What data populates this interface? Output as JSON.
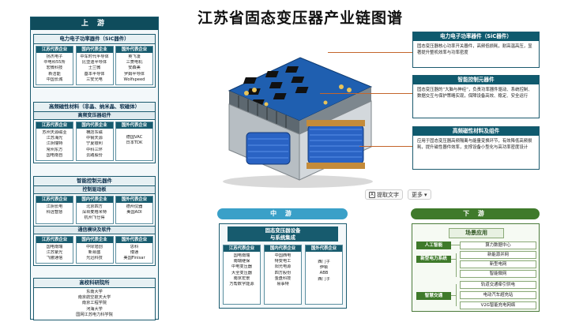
{
  "title": "江苏省固态变压器产业链图谱",
  "upstream": {
    "header": "上 游",
    "blocks": [
      {
        "title": "电力电子功率器件（SiC器件）",
        "sub": "",
        "cols": [
          {
            "head": "江苏代表企业",
            "items": [
              "扬杰电子",
              "中电科55所",
              "宏微科技",
              "新洁能",
              "中国长城"
            ]
          },
          {
            "head": "国内代表企业",
            "items": [
              "中车时代半导体",
              "比亚迪半导体",
              "士兰微",
              "基本半导体",
              "三安光电"
            ]
          },
          {
            "head": "国外代表企业",
            "items": [
              "英飞凌",
              "三菱电机",
              "安森美",
              "罗姆半导体",
              "Wolfspeed"
            ]
          }
        ]
      },
      {
        "title": "高频磁性材料（非晶、纳米晶、软磁体）",
        "sub": "高频变压器组件",
        "cols": [
          {
            "head": "江苏代表企业",
            "items": [
              "苏州天源磁业",
              "江苏海光",
              "江阴瑞特",
              "常州东方",
              "国电南自"
            ]
          },
          {
            "head": "国内代表企业",
            "items": [
              "横店东磁",
              "中钢天源",
              "宁夏银利",
              "中科三环",
              "云路股份"
            ]
          },
          {
            "head": "国外代表企业",
            "items": [
              "德国VAC",
              "日本TDK"
            ]
          }
        ]
      },
      {
        "title": "智能控制元器件",
        "sub": "控制驱动板",
        "cols": [
          {
            "head": "江苏代表企业",
            "items": [
              "江阴长电",
              "科远智慧"
            ]
          },
          {
            "head": "国内代表企业",
            "items": [
              "北京四方",
              "深圳麦格米特",
              "杭州飞仕得"
            ]
          },
          {
            "head": "国外代表企业",
            "items": [
              "德州仪器",
              "美国ADI"
            ]
          }
        ]
      },
      {
        "title": "",
        "sub": "通信模块及软件",
        "cols": [
          {
            "head": "江苏代表企业",
            "items": [
              "国电南瑞",
              "江苏紫光",
              "飞傲通信"
            ]
          },
          {
            "head": "国内代表企业",
            "items": [
              "中际旭创",
              "新易盛",
              "光迅科技"
            ]
          },
          {
            "head": "国外代表企业",
            "items": [
              "思科",
              "博通",
              "美国Finisar"
            ]
          }
        ]
      }
    ],
    "universities": {
      "title": "高校科研院所",
      "items": [
        "东南大学",
        "南京航空航天大学",
        "南京工程学院",
        "河海大学",
        "国网江苏电力科学院"
      ]
    }
  },
  "callouts": [
    {
      "title": "电力电子功率器件（SiC器件）",
      "body": "固态变压器核心功率开关器件，高频低损耗，耐高温高压，显著提升整机效率与功率密度"
    },
    {
      "title": "智能控制元器件",
      "body": "固态变压器的“大脑与神经”，负责功率器件驱动、系统控制、数据交互与保护策略实现，保障设备高效、稳定、安全运行"
    },
    {
      "title": "高频磁性材料及组件",
      "body": "应用于固态变压器高频隔离与能量变换环节，有效降低高频损耗，提升磁性器件效率，支撑设备小型化与高功率密度设计"
    }
  ],
  "toolbar": {
    "extract_text": "提取文字",
    "more": "更多"
  },
  "midstream": {
    "header": "中 游",
    "title_line1": "固态变压器设备",
    "title_line2": "与系统集成",
    "cols": [
      {
        "head": "江苏代表企业",
        "items": [
          "国电南瑞",
          "南瑞继保",
          "中电变压器",
          "大全变压器",
          "南京宏景",
          "万帮数字能源"
        ]
      },
      {
        "head": "国内代表企业",
        "items": [
          "中国西电",
          "特变电工",
          "阳光电源",
          "四方股份",
          "金盘科技",
          "易事特"
        ]
      },
      {
        "head": "国外代表企业",
        "items": [
          "西门子",
          "伊顿",
          "ABB",
          "西门子"
        ]
      }
    ]
  },
  "downstream": {
    "header": "下 游",
    "head": "场景应用",
    "categories": [
      "人工智能",
      "新型电力系统",
      "智慧交通"
    ],
    "items": [
      "算力数据中心",
      "新能源并网",
      "新型电网",
      "智能微网",
      "轨道交通牵引供电",
      "电动汽车超充站",
      "V2G智能充电网络"
    ]
  },
  "colors": {
    "dark_teal": "#0f4c5c",
    "accent_orange": "#c4652b",
    "mid_blue": "#3aa0c8",
    "down_green": "#3f7a2b"
  }
}
